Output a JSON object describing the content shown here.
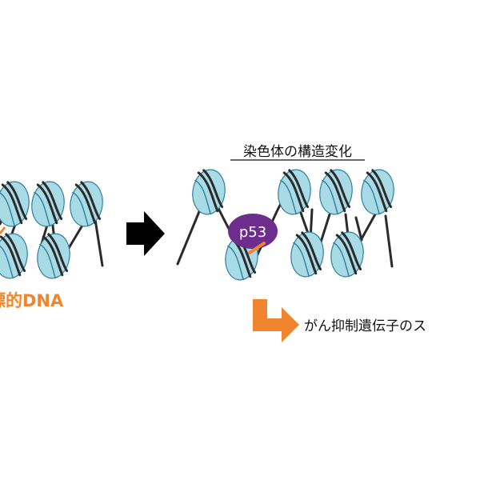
{
  "texts": {
    "target_dna": "標的DNA",
    "structure_change": "染色体の構造変化",
    "p53_label": "p53",
    "gene_switch": "がん抑制遺伝子のス"
  },
  "colors": {
    "nucleosome_fill": "#a9dbe6",
    "nucleosome_stroke": "#2e7f9a",
    "dna_strand": "#2b2b2b",
    "accent_orange": "#f0852d",
    "p53_purple": "#6d2d8c",
    "arrow_black": "#000000"
  }
}
